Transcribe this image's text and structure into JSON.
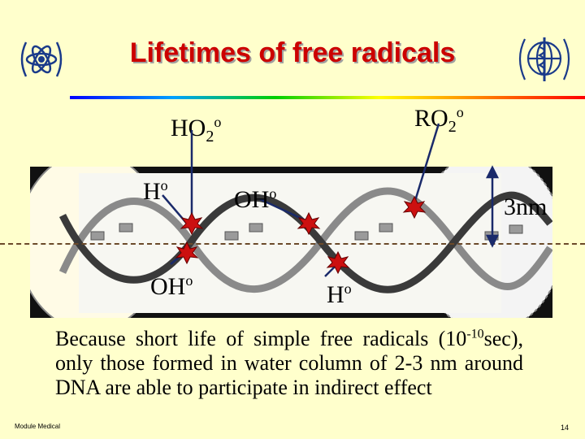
{
  "slide": {
    "title": "Lifetimes of free radicals",
    "labels": {
      "ho2_base": "HO",
      "ho2_sub": "2",
      "ho2_sup": "o",
      "ro2_base": "RO",
      "ro2_sub": "2",
      "ro2_sup": "o",
      "h_top_base": "H",
      "h_top_sup": "o",
      "oh_top_base": "OH",
      "oh_top_sup": "o",
      "oh_bottom_base": "OH",
      "oh_bottom_sup": "o",
      "h_bottom_base": "H",
      "h_bottom_sup": "o",
      "scale": "3nm"
    },
    "paragraph": {
      "part1": "Because short life of simple free radicals (10",
      "sup": "-10",
      "part2": "sec), only those formed in water column of 2-3 nm around DNA are able to participate in indirect effect"
    },
    "footer": "Module Medical",
    "page_number": "14",
    "colors": {
      "title": "#cc0000",
      "background": "#ffffcc",
      "panel": "#111111",
      "radical_burst": "#cc1010"
    }
  }
}
